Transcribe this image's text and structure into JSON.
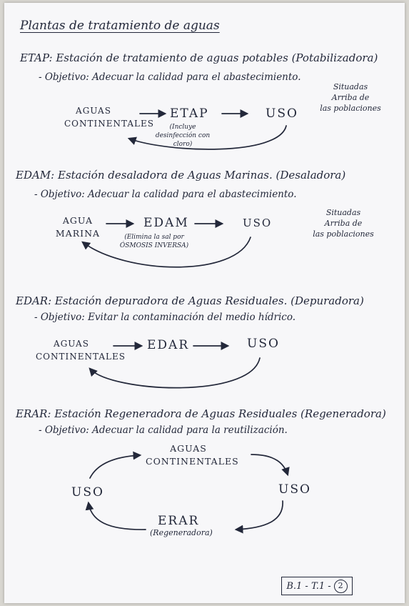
{
  "title": "Plantas de tratamiento de aguas",
  "sections": [
    {
      "heading": "ETAP: Estación de tratamiento de aguas potables (Potabilizadora)",
      "objective": "- Objetivo: Adecuar la calidad para el abastecimiento.",
      "flow": [
        "AGUAS CONTINENTALES",
        "ETAP",
        "USO"
      ],
      "note": "(Incluye desinfección con cloro)",
      "side": [
        "Situadas",
        "Arriba de",
        "las poblaciones"
      ]
    },
    {
      "heading": "EDAM: Estación desaladora de Aguas Marinas. (Desaladora)",
      "objective": "- Objetivo: Adecuar la calidad para el abastecimiento.",
      "flow": [
        "AGUA MARINA",
        "EDAM",
        "USO"
      ],
      "note": "(Elimina la sal por ÓSMOSIS INVERSA)",
      "side": [
        "Situadas",
        "Arriba de",
        "las poblaciones"
      ]
    },
    {
      "heading": "EDAR: Estación depuradora de Aguas Residuales. (Depuradora)",
      "objective": "- Objetivo: Evitar la contaminación del medio hídrico.",
      "flow": [
        "AGUAS CONTINENTALES",
        "EDAR",
        "USO"
      ]
    },
    {
      "heading": "ERAR: Estación Regeneradora de Aguas Residuales (Regeneradora)",
      "objective": "- Objetivo: Adecuar la calidad para la reutilización.",
      "cycle": [
        "AGUAS CONTINENTALES",
        "USO",
        "ERAR",
        "(Regeneradora)",
        "USO"
      ]
    }
  ],
  "page_ref": {
    "text": "B.1 - T.1 -",
    "number": "2"
  }
}
